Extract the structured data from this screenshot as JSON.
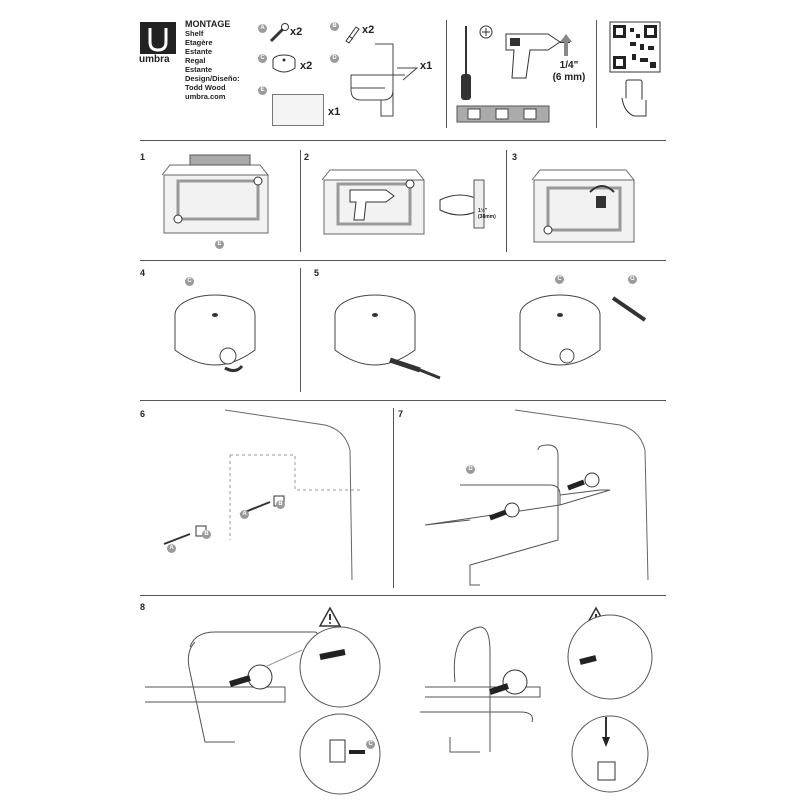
{
  "header": {
    "brand": "umbra",
    "title": "MONTAGE",
    "lines": [
      "Shelf",
      "Etagère",
      "Estante",
      "Regal",
      "Estante",
      "Design/Diseño:",
      "Todd Wood",
      "umbra.com"
    ]
  },
  "parts": [
    {
      "letter": "A",
      "qty": "x2"
    },
    {
      "letter": "B",
      "qty": "x2"
    },
    {
      "letter": "C",
      "qty": "x2"
    },
    {
      "letter": "D",
      "qty": "x1"
    },
    {
      "letter": "E",
      "qty": "x1"
    }
  ],
  "tools": {
    "drill_size": "1/4\"",
    "drill_mm": "(6 mm)"
  },
  "steps": [
    "1",
    "2",
    "3",
    "4",
    "5",
    "6",
    "7",
    "8"
  ],
  "step2_depth": {
    "inch": "1½\"",
    "mm": "(38mm)"
  },
  "callouts": {
    "E": "E",
    "C": "C",
    "G": "G",
    "A": "A",
    "B": "B",
    "D": "D"
  },
  "colors": {
    "line": "#555555",
    "badge": "#9a9a9a",
    "accent": "#222222"
  }
}
